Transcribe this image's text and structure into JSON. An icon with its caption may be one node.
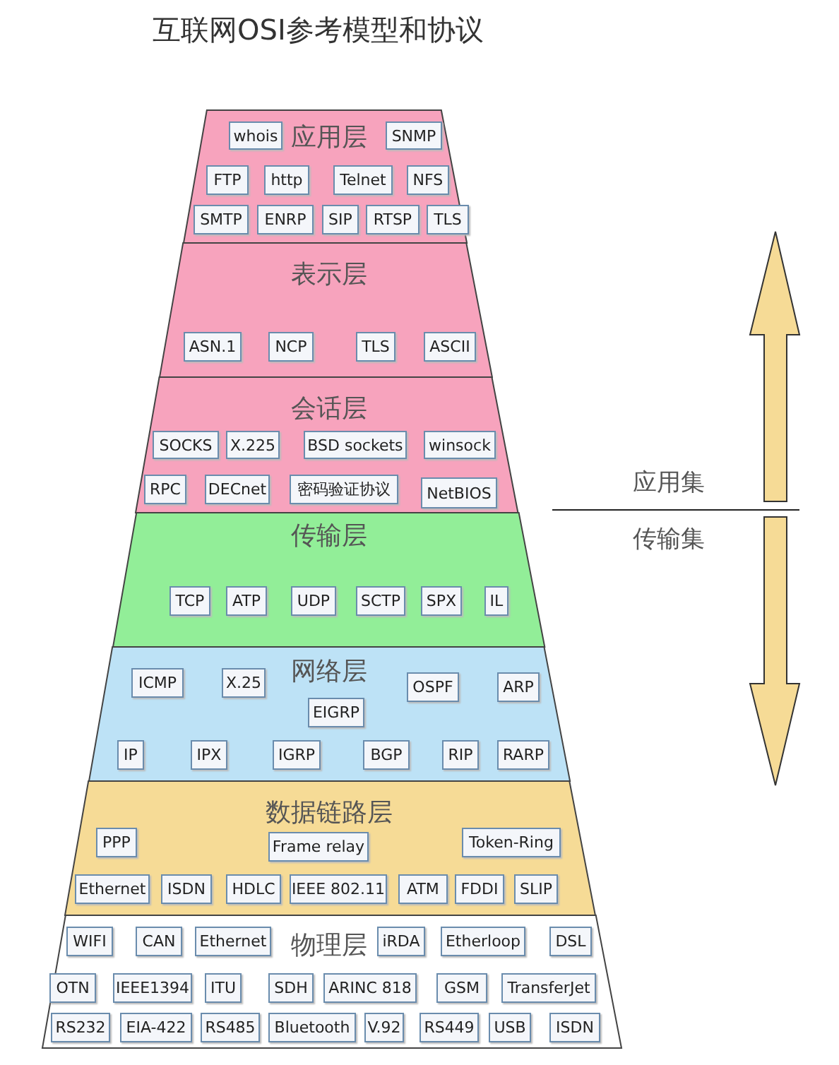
{
  "diagram": {
    "title": "互联网OSI参考模型和协议",
    "nodes": [
      {
        "text": [
          "应用层"
        ]
      },
      {
        "text": [
          "whois"
        ],
        "in": 0
      },
      {
        "text": [
          "SNMP"
        ],
        "in": 0
      },
      {
        "text": [
          "FTP"
        ],
        "in": 0
      },
      {
        "text": [
          "http"
        ],
        "in": 0
      },
      {
        "text": [
          "Telnet"
        ],
        "in": 0
      },
      {
        "text": [
          "NFS"
        ],
        "in": 0
      },
      {
        "text": [
          "SMTP"
        ],
        "in": 0
      },
      {
        "text": [
          "ENRP"
        ],
        "in": 0
      },
      {
        "text": [
          "SIP"
        ],
        "in": 0
      },
      {
        "text": [
          "RTSP"
        ],
        "in": 0
      },
      {
        "text": [
          "TLS"
        ],
        "in": 0
      },
      {
        "text": [
          "表示层"
        ]
      },
      {
        "text": [
          "ASN.1"
        ],
        "in": 12
      },
      {
        "text": [
          "NCP"
        ],
        "in": 12
      },
      {
        "text": [
          "TLS"
        ],
        "in": 12
      },
      {
        "text": [
          "ASCII"
        ],
        "in": 12
      },
      {
        "text": [
          "会话层"
        ]
      },
      {
        "text": [
          "SOCKS"
        ],
        "in": 17
      },
      {
        "text": [
          "X.225"
        ],
        "in": 17
      },
      {
        "text": [
          "BSD sockets"
        ],
        "in": 17
      },
      {
        "text": [
          "winsock"
        ],
        "in": 17
      },
      {
        "text": [
          "RPC"
        ],
        "in": 17
      },
      {
        "text": [
          "DECnet"
        ],
        "in": 17
      },
      {
        "text": [
          "密码验证协议"
        ],
        "in": 17
      },
      {
        "text": [
          "NetBIOS"
        ],
        "in": 17
      },
      {
        "text": [
          "传输层"
        ]
      },
      {
        "text": [
          "TCP"
        ],
        "in": 26
      },
      {
        "text": [
          "ATP"
        ],
        "in": 26
      },
      {
        "text": [
          "UDP"
        ],
        "in": 26
      },
      {
        "text": [
          "SCTP"
        ],
        "in": 26
      },
      {
        "text": [
          "SPX"
        ],
        "in": 26
      },
      {
        "text": [
          "IL"
        ],
        "in": 26
      },
      {
        "text": [
          "网络层"
        ]
      },
      {
        "text": [
          "ICMP"
        ],
        "in": 33
      },
      {
        "text": [
          "X.25"
        ],
        "in": 33
      },
      {
        "text": [
          "OSPF"
        ],
        "in": 33
      },
      {
        "text": [
          "ARP"
        ],
        "in": 33
      },
      {
        "text": [
          "EIGRP"
        ],
        "in": 33
      },
      {
        "text": [
          "IP"
        ],
        "in": 33
      },
      {
        "text": [
          "IPX"
        ],
        "in": 33
      },
      {
        "text": [
          "IGRP"
        ],
        "in": 33
      },
      {
        "text": [
          "BGP"
        ],
        "in": 33
      },
      {
        "text": [
          "RIP"
        ],
        "in": 33
      },
      {
        "text": [
          "RARP"
        ],
        "in": 33
      },
      {
        "text": [
          "数据链路层"
        ]
      },
      {
        "text": [
          "PPP"
        ],
        "in": 45
      },
      {
        "text": [
          "Frame relay"
        ],
        "in": 45
      },
      {
        "text": [
          "Token-Ring"
        ],
        "in": 45
      },
      {
        "text": [
          "Ethernet"
        ],
        "in": 45
      },
      {
        "text": [
          "ISDN"
        ],
        "in": 45
      },
      {
        "text": [
          "HDLC"
        ],
        "in": 45
      },
      {
        "text": [
          "IEEE 802.11"
        ],
        "in": 45
      },
      {
        "text": [
          "ATM"
        ],
        "in": 45
      },
      {
        "text": [
          "FDDI"
        ],
        "in": 45
      },
      {
        "text": [
          "SLIP"
        ],
        "in": 45
      },
      {
        "text": [
          "物理层"
        ]
      },
      {
        "text": [
          "WIFI"
        ],
        "in": 56
      },
      {
        "text": [
          "CAN"
        ],
        "in": 56
      },
      {
        "text": [
          "Ethernet"
        ],
        "in": 56
      },
      {
        "text": [
          "iRDA"
        ],
        "in": 56
      },
      {
        "text": [
          "Etherloop"
        ],
        "in": 56
      },
      {
        "text": [
          "DSL"
        ],
        "in": 56
      },
      {
        "text": [
          "OTN"
        ],
        "in": 56
      },
      {
        "text": [
          "IEEE1394"
        ],
        "in": 56
      },
      {
        "text": [
          "ITU"
        ],
        "in": 56
      },
      {
        "text": [
          "SDH"
        ],
        "in": 56
      },
      {
        "text": [
          "ARINC 818"
        ],
        "in": 56
      },
      {
        "text": [
          "GSM"
        ],
        "in": 56
      },
      {
        "text": [
          "TransferJet"
        ],
        "in": 56
      },
      {
        "text": [
          "RS232"
        ],
        "in": 56
      },
      {
        "text": [
          "EIA-422"
        ],
        "in": 56
      },
      {
        "text": [
          "RS485"
        ],
        "in": 56
      },
      {
        "text": [
          "Bluetooth"
        ],
        "in": 56
      },
      {
        "text": [
          "V.92"
        ],
        "in": 56
      },
      {
        "text": [
          "RS449"
        ],
        "in": 56
      },
      {
        "text": [
          "USB"
        ],
        "in": 56
      },
      {
        "text": [
          "ISDN"
        ],
        "in": 56
      }
    ],
    "labels": [
      "应用集",
      "传输集"
    ]
  }
}
